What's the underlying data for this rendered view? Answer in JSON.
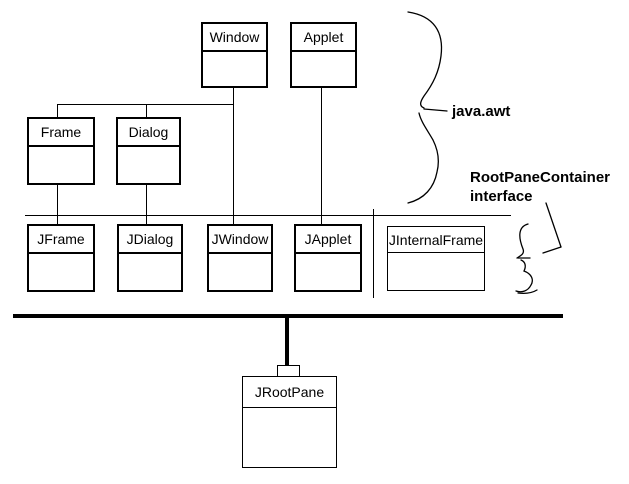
{
  "diagram": {
    "boxes": {
      "window": "Window",
      "applet": "Applet",
      "frame": "Frame",
      "dialog": "Dialog",
      "jframe": "JFrame",
      "jdialog": "JDialog",
      "jwindow": "JWindow",
      "japplet": "JApplet",
      "jinternalframe": "JInternalFrame",
      "jrootpane": "JRootPane"
    },
    "annotations": {
      "package_label": "java.awt",
      "interface_name": "RootPaneContainer",
      "interface_word": "interface"
    },
    "colors": {
      "line": "#000000",
      "background": "#ffffff"
    }
  }
}
